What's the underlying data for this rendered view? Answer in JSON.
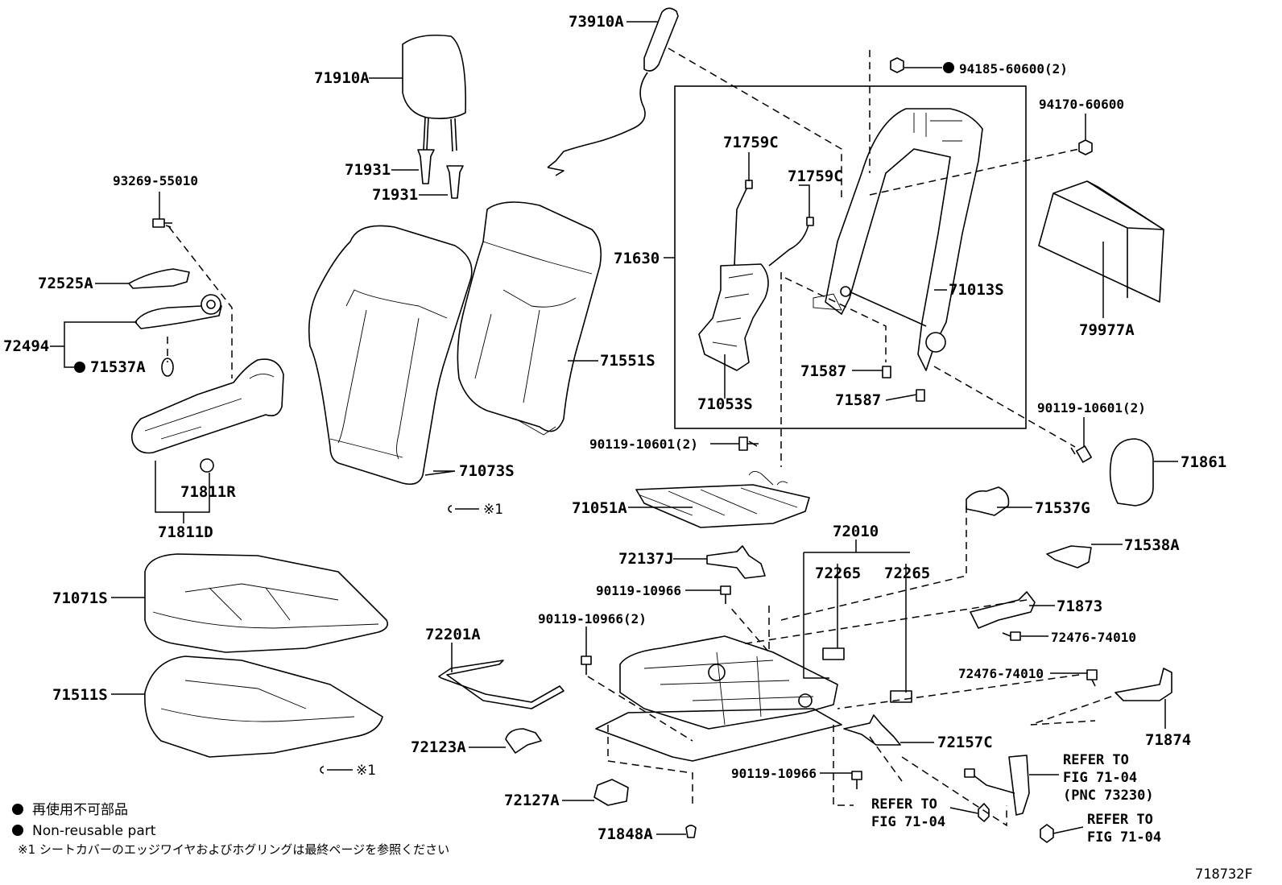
{
  "diagram_id": "718732F",
  "parts": {
    "p73910A": "73910A",
    "p71910A": "71910A",
    "p71931a": "71931",
    "p71931b": "71931",
    "p93269": "93269-55010",
    "p72525A": "72525A",
    "p72494": "72494",
    "p71537A": "71537A",
    "p71811R": "71811R",
    "p71811D": "71811D",
    "p71073S": "71073S",
    "p71551S": "71551S",
    "p71759Ca": "71759C",
    "p71759Cb": "71759C",
    "p71630": "71630",
    "p71053S": "71053S",
    "p71587a": "71587",
    "p71587b": "71587",
    "p71013S": "71013S",
    "p94185": "94185-60600(2)",
    "p94170": "94170-60600",
    "p79977A": "79977A",
    "p90119_10601_l": "90119-10601(2)",
    "p90119_10601_r": "90119-10601(2)",
    "p71861": "71861",
    "p71051A": "71051A",
    "p71537G": "71537G",
    "p72010": "72010",
    "p72265a": "72265",
    "p72265b": "72265",
    "p71538A": "71538A",
    "p72137J": "72137J",
    "p90119_10966a": "90119-10966",
    "p90119_10966_2": "90119-10966(2)",
    "p71873": "71873",
    "p72476a": "72476-74010",
    "p72476b": "72476-74010",
    "p71874": "71874",
    "p71071S": "71071S",
    "p71511S": "71511S",
    "p72201A": "72201A",
    "p72123A": "72123A",
    "p72157C": "72157C",
    "p90119_10966b": "90119-10966",
    "p72127A": "72127A",
    "p71848A": "71848A"
  },
  "refs": {
    "r1_l1": "REFER TO",
    "r1_l2": "FIG 71-04",
    "r1_l3": "(PNC 73230)",
    "r2_l1": "REFER TO",
    "r2_l2": "FIG 71-04",
    "r3_l1": "REFER TO",
    "r3_l2": "FIG 71-04"
  },
  "marks": {
    "ref_mark_1": "※1",
    "ref_mark_2": "※1"
  },
  "legend": {
    "line1": "再使用不可部品",
    "line2": "Non-reusable part",
    "line3": "※1 シートカバーのエッジワイヤおよびホグリングは最終ページを参照ください"
  }
}
